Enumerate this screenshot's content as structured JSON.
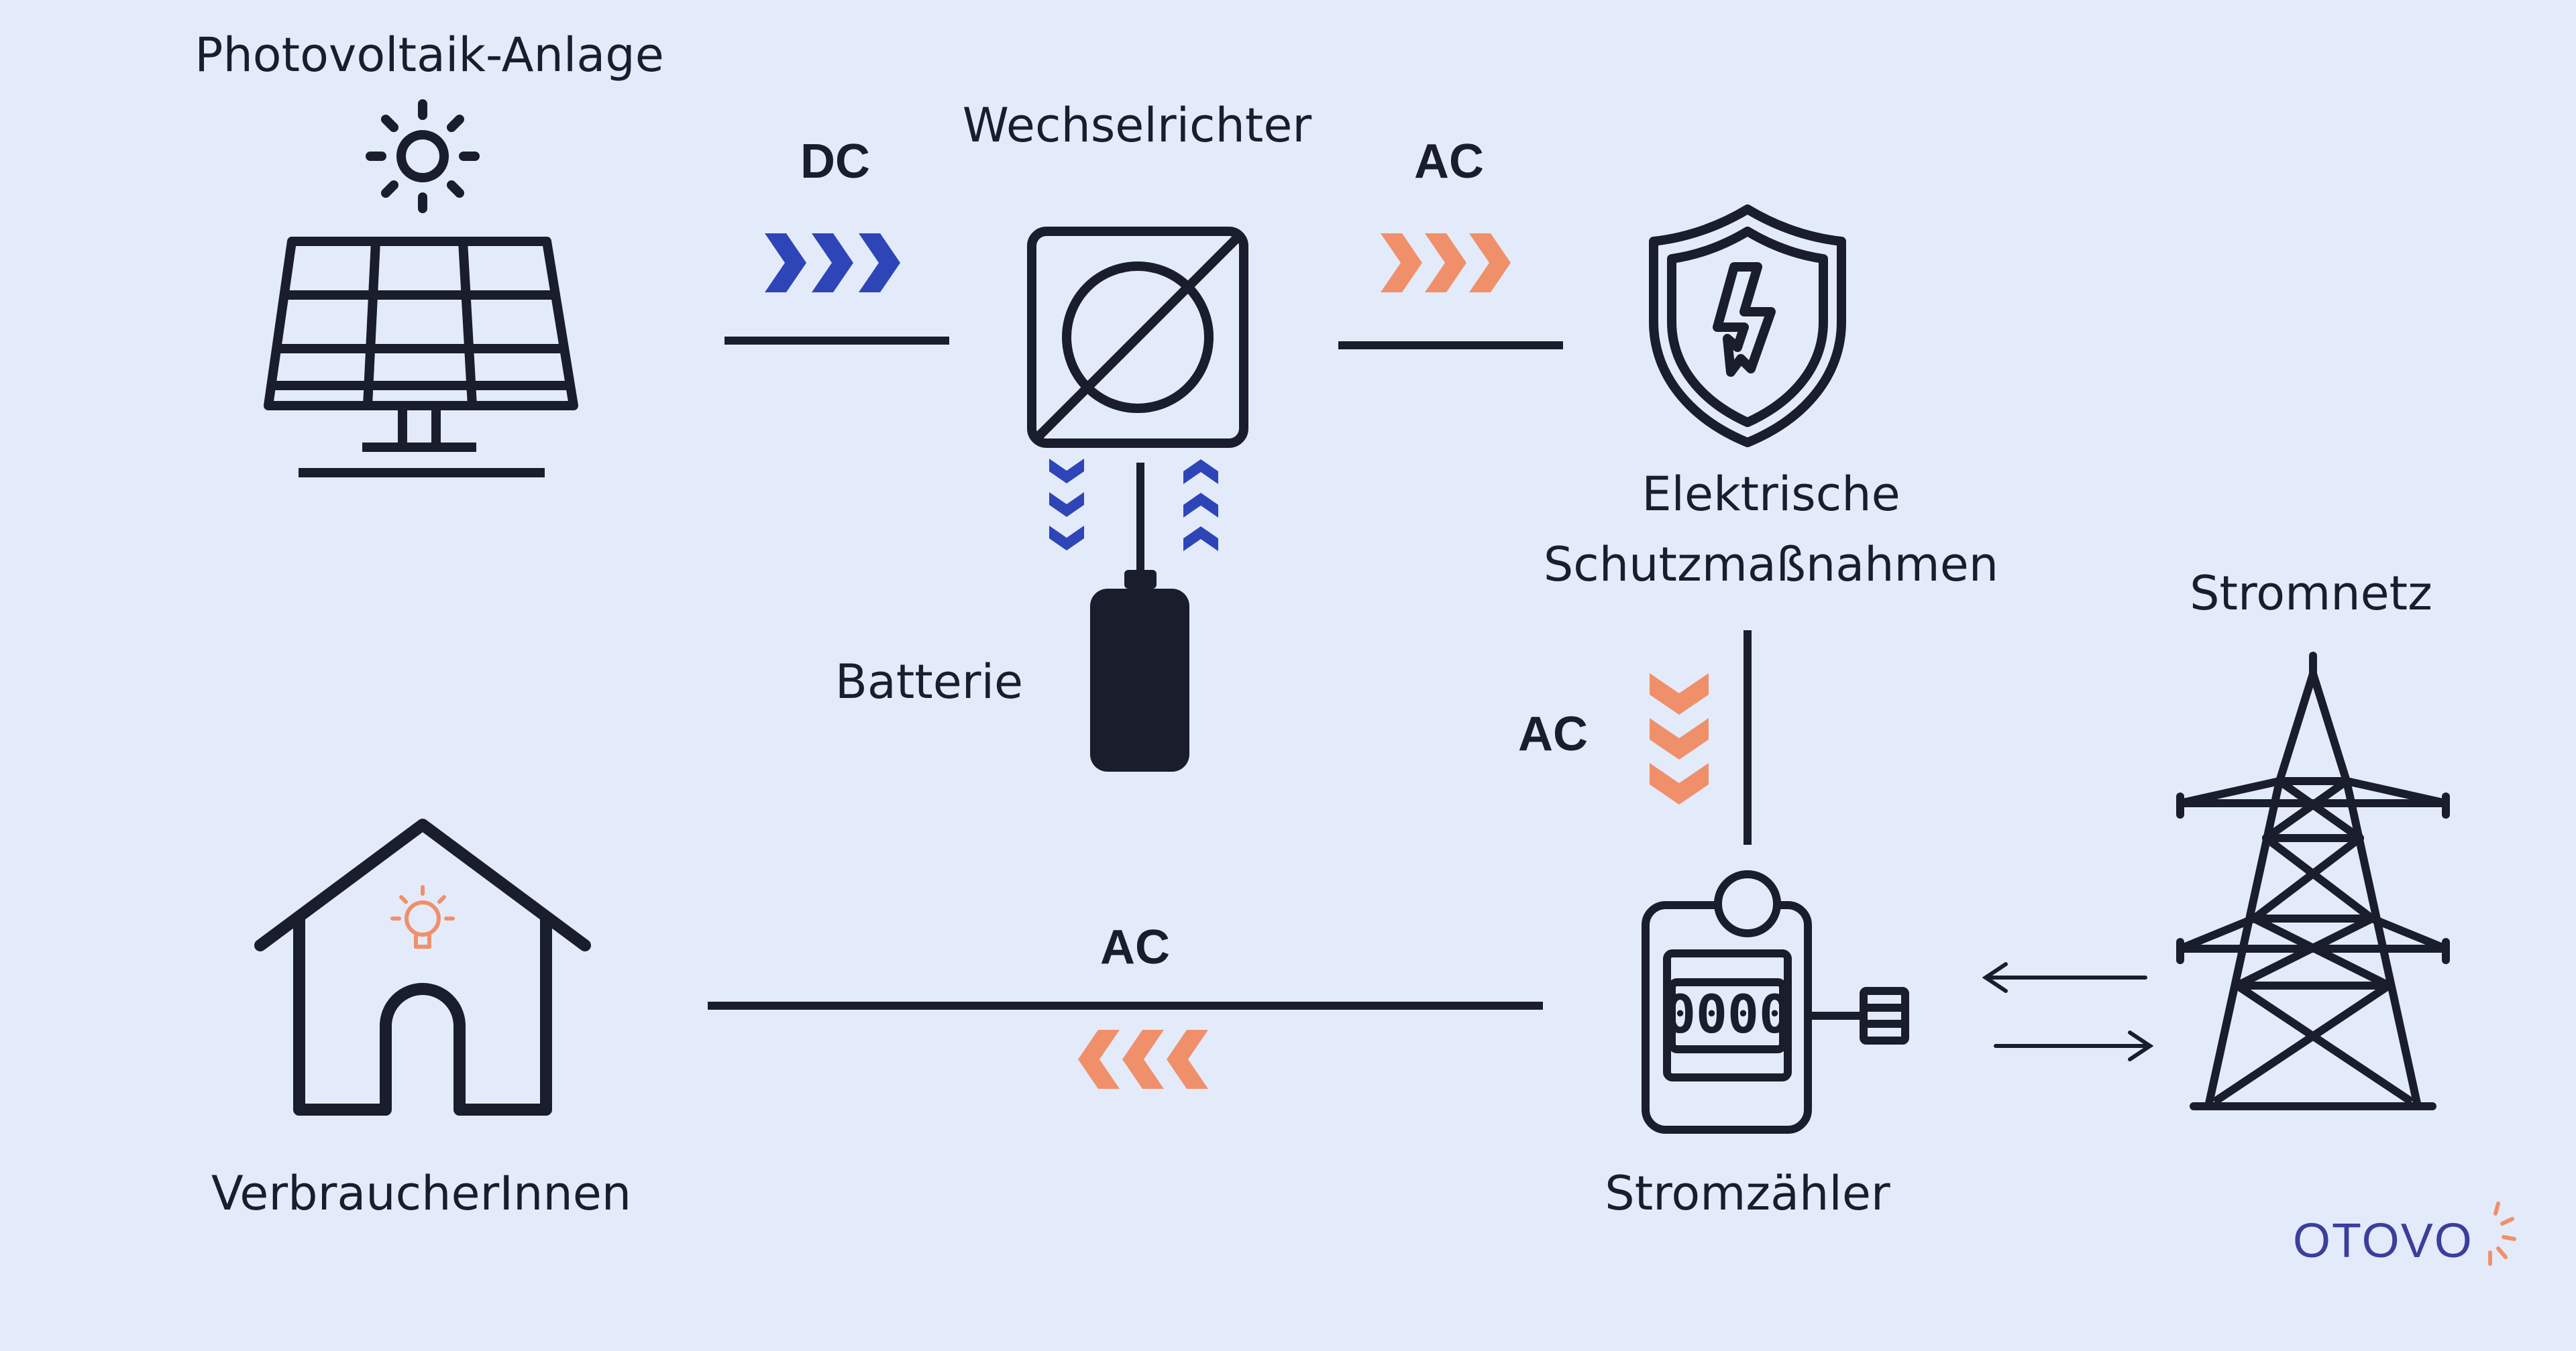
{
  "nodes": {
    "pv": {
      "label": "Photovoltaik-Anlage"
    },
    "inverter": {
      "label": "Wechselrichter"
    },
    "protection": {
      "label_line1": "Elektrische",
      "label_line2": "Schutzmaßnahmen"
    },
    "battery": {
      "label": "Batterie"
    },
    "grid": {
      "label": "Stromnetz"
    },
    "meter": {
      "label": "Stromzähler",
      "display": "0000"
    },
    "consumers": {
      "label": "VerbraucherInnen"
    }
  },
  "links": {
    "pv_to_inverter": {
      "label": "DC"
    },
    "inverter_to_protection": {
      "label": "AC"
    },
    "protection_to_meter": {
      "label": "AC"
    },
    "meter_to_consumers": {
      "label": "AC"
    }
  },
  "brand": {
    "name": "OTOVO"
  },
  "colors": {
    "background": "#e3ebfa",
    "ink": "#1a1d2b",
    "dc_arrow": "#2e45b8",
    "ac_arrow": "#f0906a",
    "brand": "#3a3f9c"
  }
}
